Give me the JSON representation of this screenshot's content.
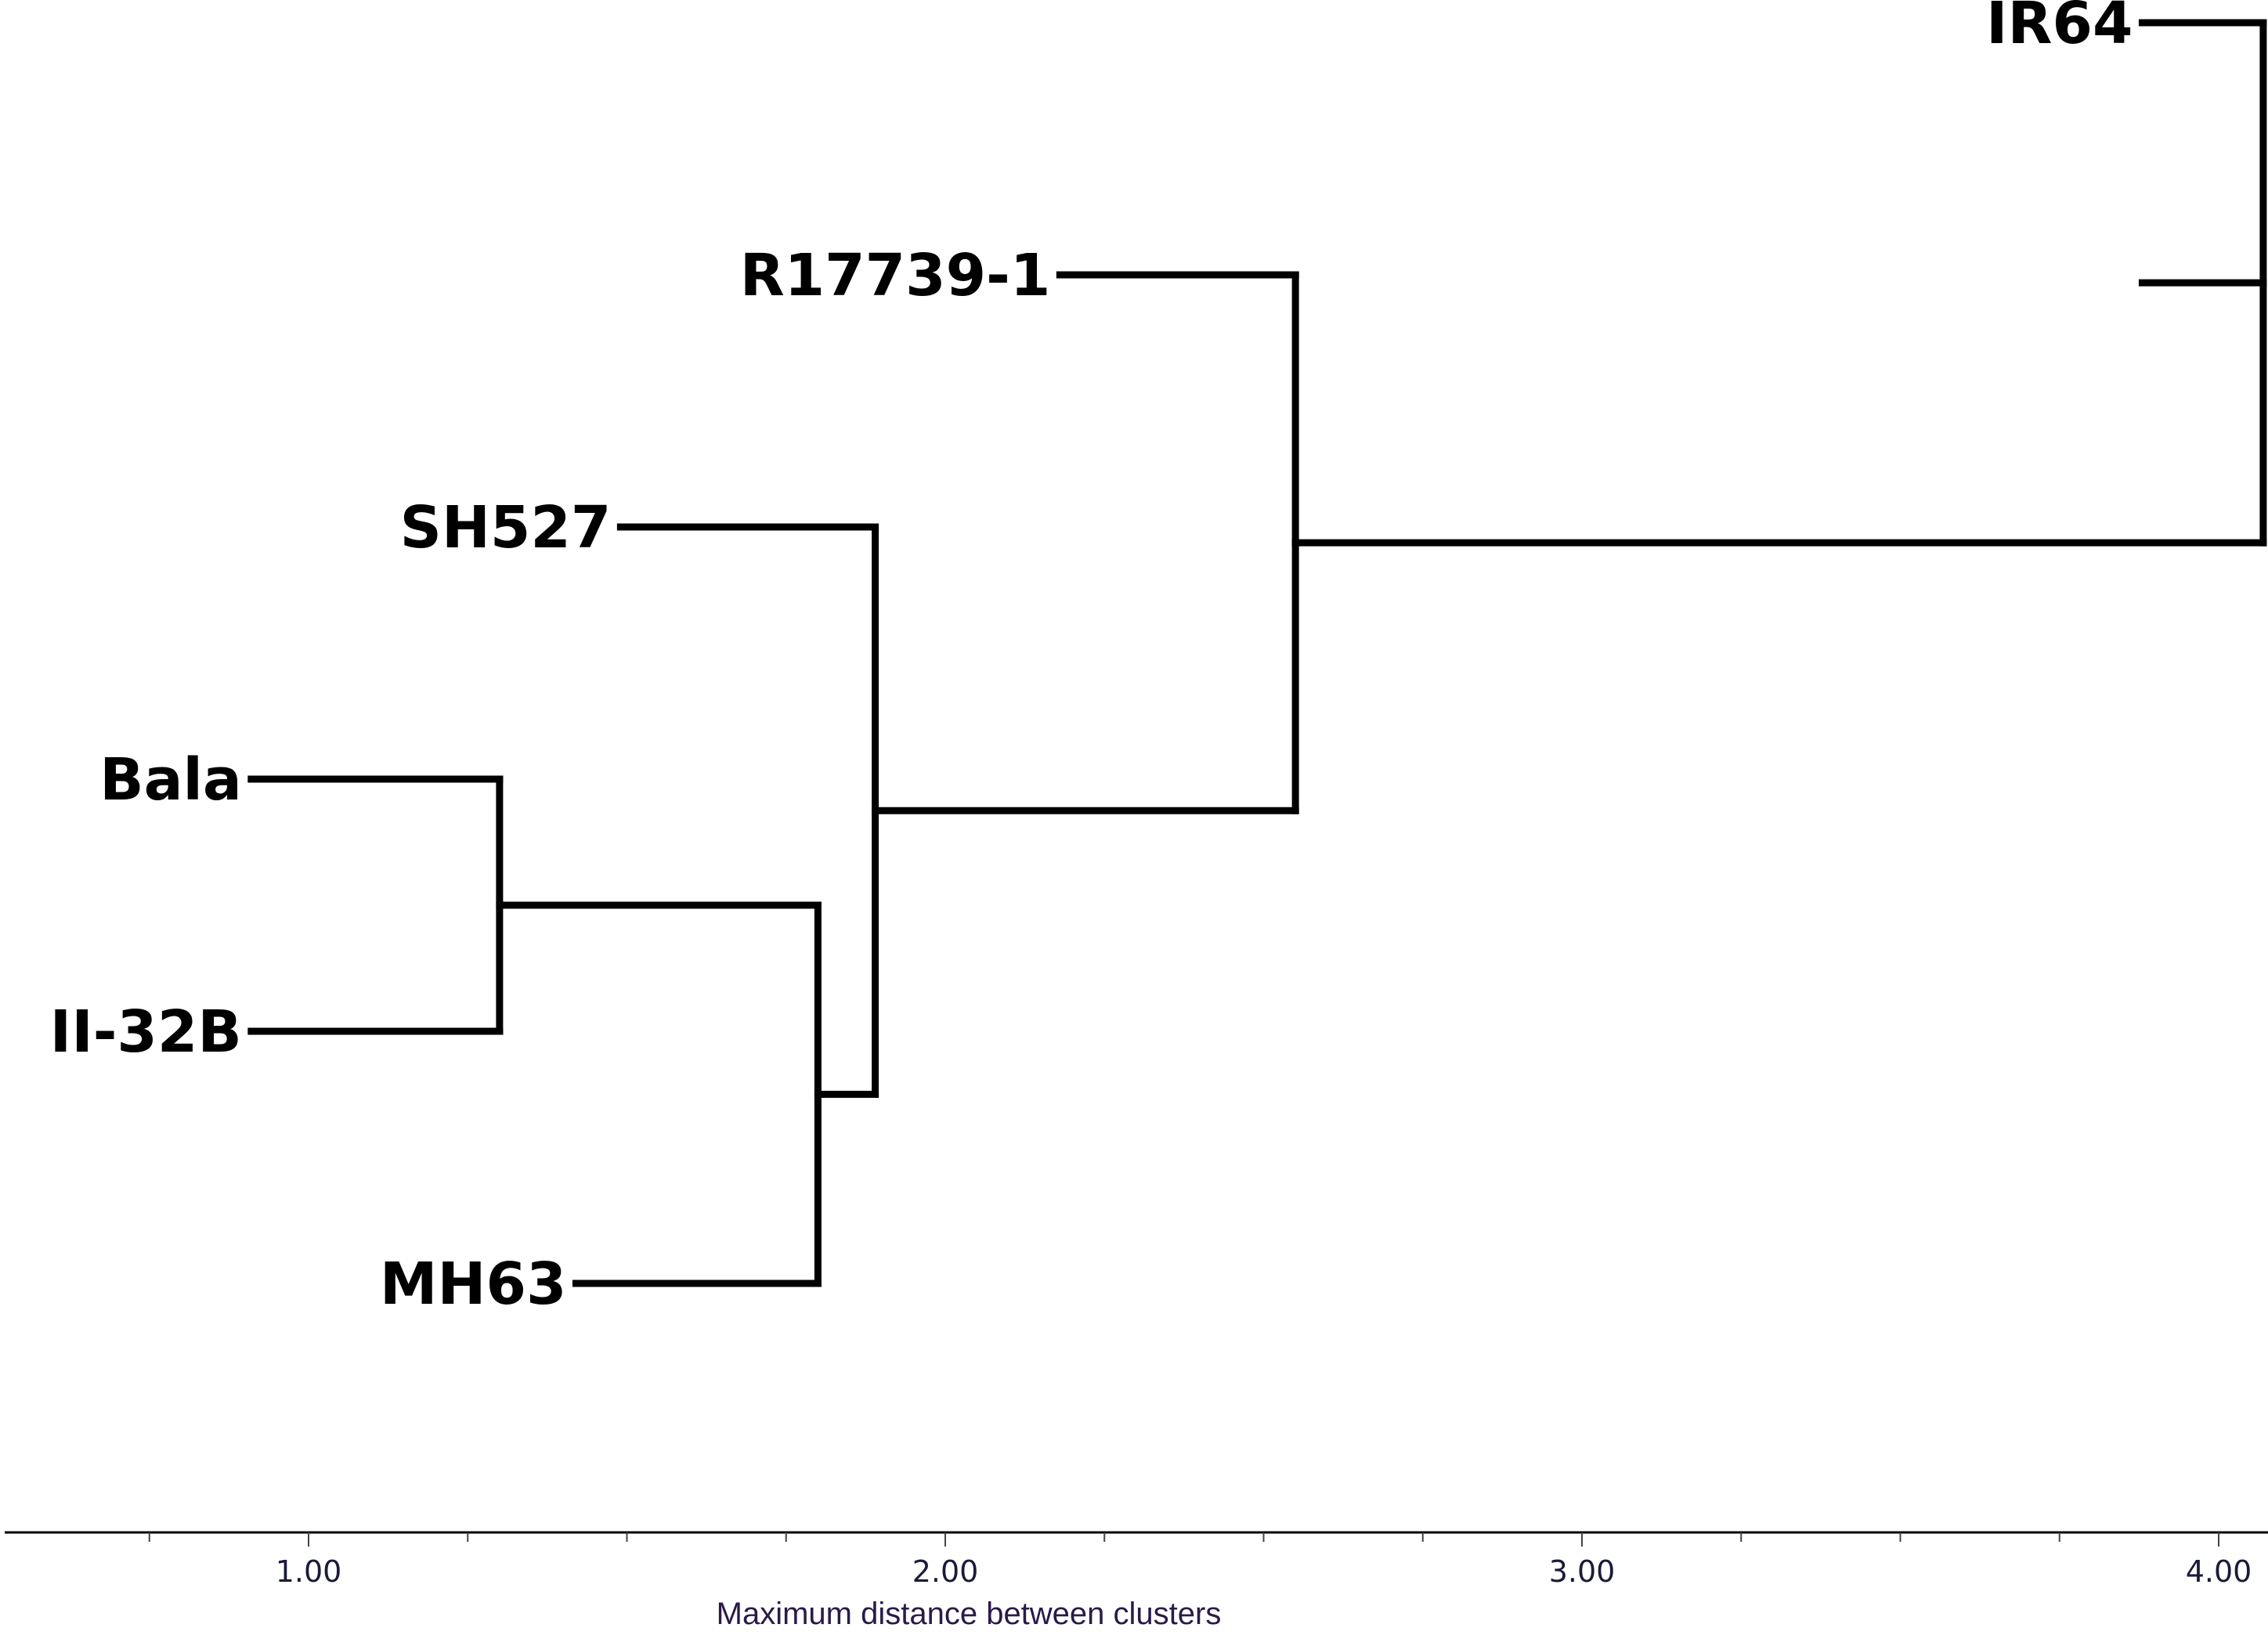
{
  "colors": {
    "line": "#000000",
    "tick_text": "#1a1a3a",
    "axis_title": "#2a1a4a"
  },
  "axis": {
    "title": "Maximum distance between clusters",
    "ticks": [
      "1.00",
      "2.00",
      "3.00",
      "4.00"
    ],
    "tick_values": [
      1,
      2,
      3,
      4
    ],
    "range": [
      0.525,
      4.07
    ],
    "minor_step": 0.25
  },
  "leaves": [
    {
      "label": "IR64"
    },
    {
      "label": "R17739-1"
    },
    {
      "label": "SH527"
    },
    {
      "label": "Bala"
    },
    {
      "label": "II-32B"
    },
    {
      "label": "MH63"
    }
  ],
  "tree": {
    "height": 4.07,
    "children": [
      {
        "leaf": 0,
        "height": 3.88
      },
      {
        "height": 2.55,
        "children": [
          {
            "leaf": 1,
            "height": 2.18
          },
          {
            "height": 1.89,
            "children": [
              {
                "leaf": 2,
                "height": 1.49
              },
              {
                "height": 1.8,
                "children": [
                  {
                    "height": 1.3,
                    "children": [
                      {
                        "leaf": 3,
                        "height": 0.91
                      },
                      {
                        "leaf": 4,
                        "height": 0.91
                      }
                    ]
                  },
                  {
                    "leaf": 5,
                    "height": 1.42
                  }
                ]
              }
            ]
          }
        ]
      }
    ]
  }
}
